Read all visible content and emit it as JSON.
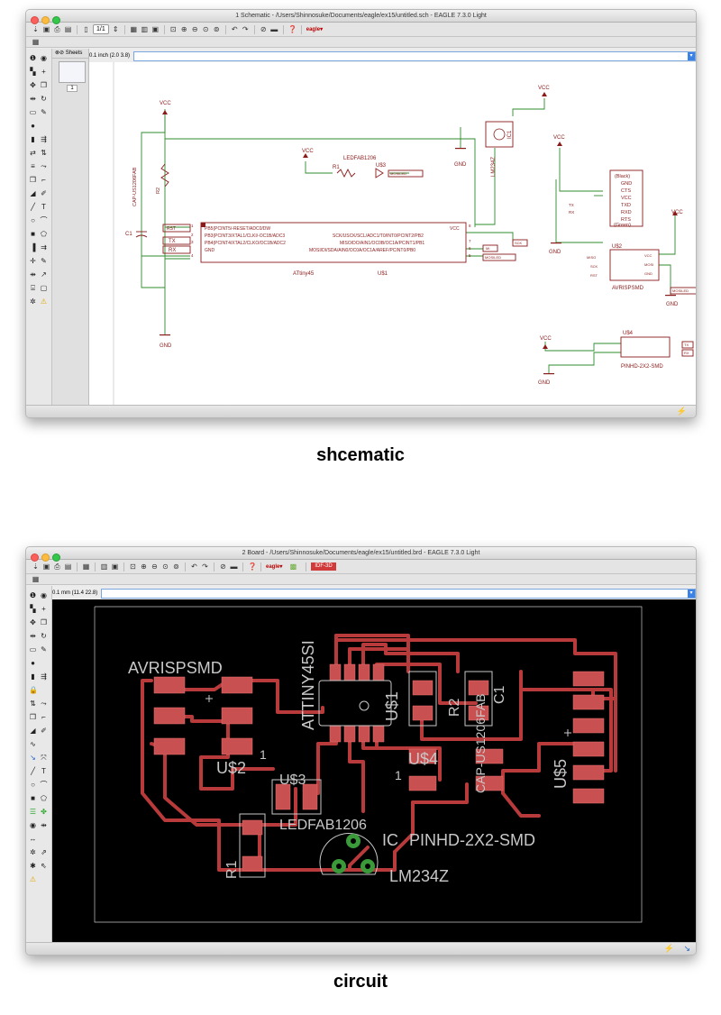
{
  "schematic_window": {
    "title": "1 Schematic - /Users/Shinnosuke/Documents/eagle/ex15/untitled.sch - EAGLE 7.3.0 Light",
    "sheet_selector": "1/1",
    "sheets_label": "Sheets",
    "sheet_number": "1",
    "coordinate": "0.1 inch (2.0 3.8)",
    "canvas": {
      "vcc": "VCC",
      "gnd": "GND",
      "c1_label": "C1",
      "c1_value": "CAP-US1206FAB",
      "r_label": "R2",
      "led_value": "LEDFAB1206",
      "r1_label": "R1",
      "led_label": "U$3",
      "mosiled": "MOSILED",
      "ic1_label": "IC1",
      "ic1_value": "LM234Z",
      "rst": "RST",
      "tx": "TX",
      "rx": "RX",
      "attiny_name": "ATtiny45",
      "attiny_ref": "U$1",
      "pin1": "PB5(PCINT5/-RESET/ADC0/DW",
      "pin2": "PB3(PCINT3/XTAL1/CLKI/-OC1B/ADC3",
      "pin3": "PB4(PCINT4/XTAL2/CLKO/OC1B/ADC2",
      "pin4": "GND",
      "pin8": "VCC",
      "pin7": "SCK/USCK/SCL/ADC1/T0/INT0/PCINT2/PB2",
      "pin6": "MISO/DO/AIN1/OC0B/OC1A/PCINT1/PB1",
      "pin5": "MOSI/DI/SDA/AIN0/OC0A/OC1A/AREF/PCINT0/PB0",
      "n1": "1",
      "n2": "2",
      "n3": "3",
      "n4": "4",
      "n5": "5",
      "n6": "6",
      "n7": "7",
      "n8": "8",
      "sck": "SCK",
      "mi": "MI",
      "ftdi_black": "(Black)",
      "ftdi_green": "(Green)",
      "ftdi_gnd": "GND",
      "ftdi_cts": "CTS",
      "ftdi_vcc": "VCC",
      "ftdi_txd": "TXD",
      "ftdi_rxd": "RXD",
      "ftdi_rts": "RTS",
      "isp_ref": "U$2",
      "isp_name": "AVRISPSMD",
      "isp_miso": "MISO",
      "isp_sck": "SCK",
      "isp_rst": "RST",
      "isp_vcc": "VCC",
      "isp_mosi": "MOSI",
      "isp_gnd": "GND",
      "pinhd_ref": "U$4",
      "pinhd_name": "PINHD-2X2-SMD",
      "pinhd_tx": "TX",
      "pinhd_rx": "RX"
    }
  },
  "schematic_caption": "shcematic",
  "board_window": {
    "title": "2 Board - /Users/Shinnosuke/Documents/eagle/ex15/untitled.brd - EAGLE 7.3.0 Light",
    "idf_label": "IDF-3D",
    "coordinate": "0.1 mm (11.4 22.8)",
    "canvas": {
      "avrispsmd": "AVRISPSMD",
      "attiny": "ATTINY45SI",
      "u1": "U$1",
      "r2": "R2",
      "cap_fab": "CAP-US1206FAB",
      "c1": "C1",
      "u2": "U$2",
      "one_a": "1",
      "u3": "U$3",
      "u4": "U$4",
      "one_b": "1",
      "u5": "U$5",
      "ledfab": "LEDFAB1206",
      "ic": "IC",
      "pinhd": "PINHD-2X2-SMD",
      "r1": "R1",
      "lm234z": "LM234Z"
    }
  },
  "board_caption": "circuit",
  "colors": {
    "wire": "#2e8b2e",
    "part": "#8b1a1a",
    "trace": "#b83a3a",
    "pad": "#c95050",
    "silk": "#c8c8c8",
    "board_bg": "#000000"
  }
}
